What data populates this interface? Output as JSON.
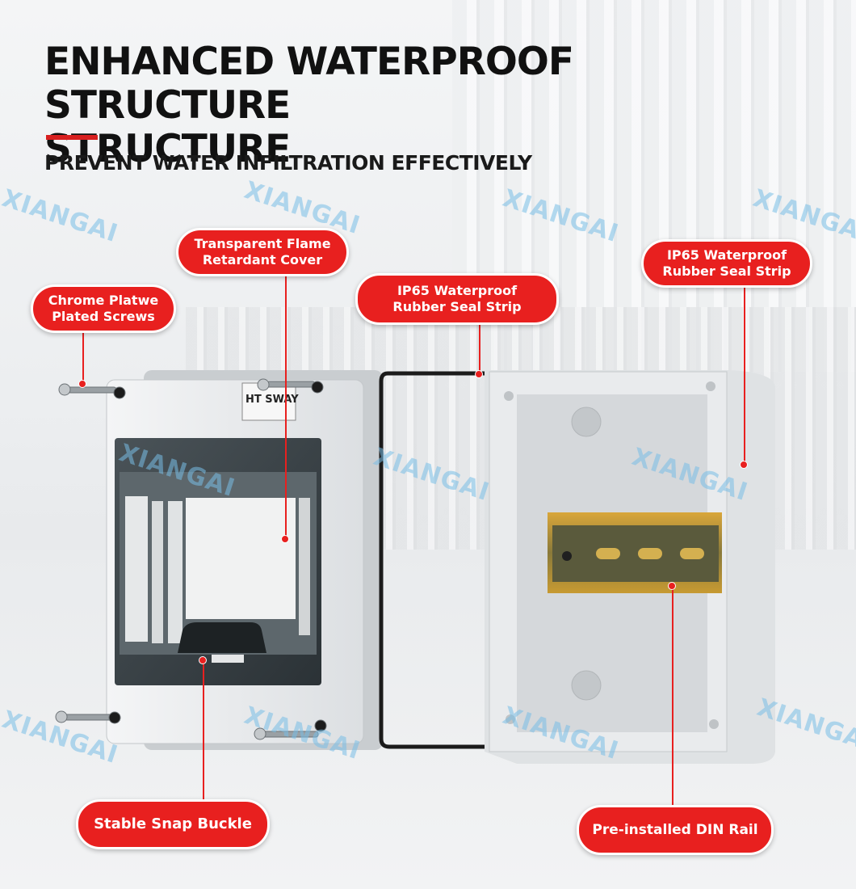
{
  "headline": {
    "line1": "ENHANCED WATERPROOF STRUCTURE",
    "line2": "STRUCTURE"
  },
  "subtitle": "PREVENT WATER INFILTRATION EFFECTIVELY",
  "watermark": "XIANGAI",
  "brand_label": "HT SWAY",
  "callouts": {
    "screws": [
      "Chrome Platwe",
      "Plated Screws"
    ],
    "cover": [
      "Transparent Flame",
      "Retardant Cover"
    ],
    "seal_center": [
      "IP65 Waterproof",
      "Rubber Seal Strip"
    ],
    "seal_right": [
      "IP65 Waterproof",
      "Rubber Seal Strip"
    ],
    "buckle": "Stable Snap Buckle",
    "din_rail": "Pre-installed DIN Rail"
  },
  "colors": {
    "accent": "#e8201f",
    "watermark": "#78bee6"
  }
}
